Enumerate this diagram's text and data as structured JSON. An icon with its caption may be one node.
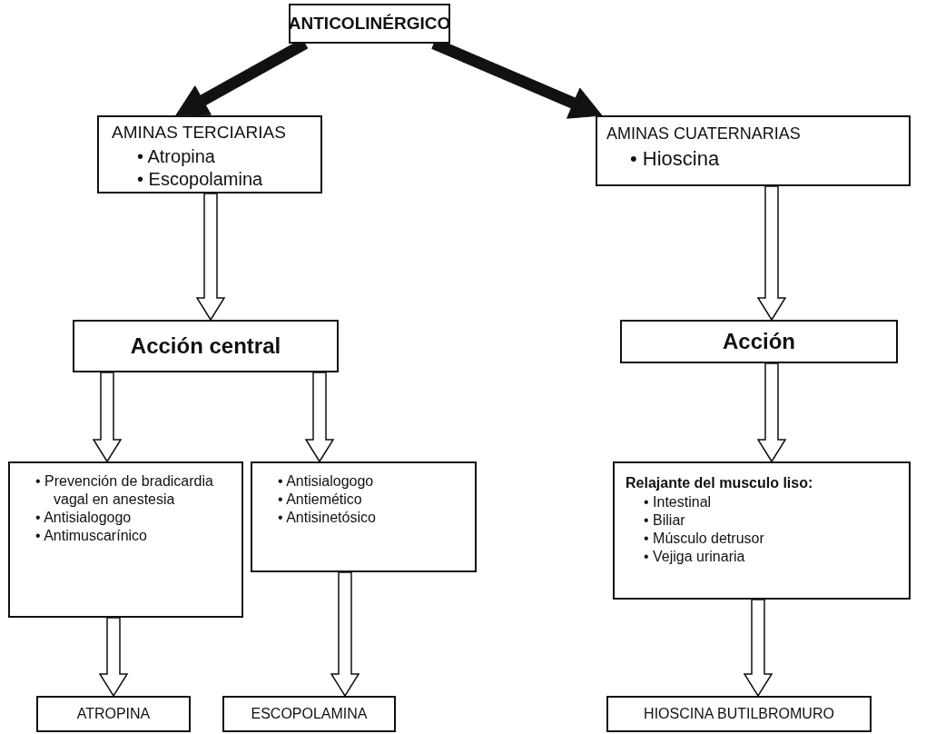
{
  "diagram": {
    "nodes": [
      {
        "text": [
          "ANTICOLINÉRGICO"
        ]
      },
      {
        "text": [
          "AMINAS TERCIARIAS",
          "• Atropina",
          "• Escopolamina"
        ]
      },
      {
        "text": [
          "AMINAS CUATERNARIAS",
          "• Hioscina"
        ]
      },
      {
        "text": [
          "Acción central"
        ]
      },
      {
        "text": [
          "Acción"
        ]
      },
      {
        "text": [
          "• Prevención de bradicardia vagal en anestesia",
          "• Antisialogogo",
          "• Antimuscarínico"
        ]
      },
      {
        "text": [
          "• Antisialogogo",
          "• Antiemético",
          "• Antisinetósico"
        ]
      },
      {
        "text": [
          "Relajante del musculo liso:",
          "• Intestinal",
          "• Biliar",
          "• Músculo detrusor",
          "• Vejiga urinaria"
        ]
      },
      {
        "text": [
          "ATROPINA"
        ]
      },
      {
        "text": [
          "ESCOPOLAMINA"
        ]
      },
      {
        "text": [
          "HIOSCINA BUTILBROMURO"
        ]
      }
    ],
    "edges": [
      {
        "from": 0,
        "to": 1,
        "arrow": "to",
        "style": "thick"
      },
      {
        "from": 0,
        "to": 2,
        "arrow": "to",
        "style": "thick"
      },
      {
        "from": 1,
        "to": 3,
        "arrow": "to"
      },
      {
        "from": 3,
        "to": 5,
        "arrow": "to"
      },
      {
        "from": 3,
        "to": 6,
        "arrow": "to"
      },
      {
        "from": 5,
        "to": 8,
        "arrow": "to"
      },
      {
        "from": 6,
        "to": 9,
        "arrow": "to"
      },
      {
        "from": 2,
        "to": 4,
        "arrow": "to"
      },
      {
        "from": 4,
        "to": 7,
        "arrow": "to"
      },
      {
        "from": 7,
        "to": 10,
        "arrow": "to"
      }
    ]
  }
}
